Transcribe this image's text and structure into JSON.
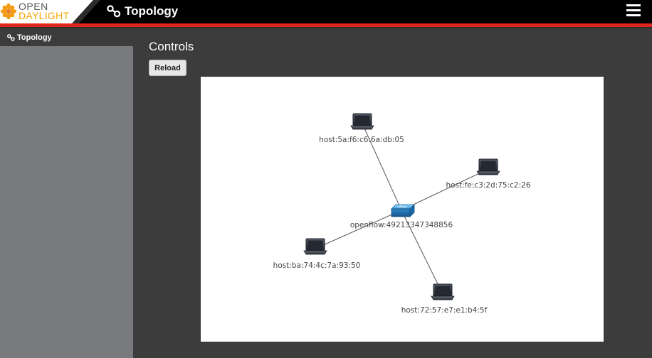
{
  "header": {
    "logo_top": "OPEN",
    "logo_bottom": "DAYLIGHT",
    "title": "Topology",
    "menu_icon": "hamburger-menu-icon"
  },
  "sidebar": {
    "items": [
      {
        "label": "Topology",
        "icon": "topology-icon",
        "active": true
      }
    ]
  },
  "main": {
    "heading": "Controls",
    "reload_label": "Reload"
  },
  "topology": {
    "switch": {
      "label": "openflow:49213347348856",
      "icon": "switch-icon"
    },
    "hosts": [
      {
        "label": "host:5a:f6:c6:6a:db:05",
        "icon": "laptop-icon"
      },
      {
        "label": "host:fe:c3:2d:75:c2:26",
        "icon": "laptop-icon"
      },
      {
        "label": "host:ba:74:4c:7a:93:50",
        "icon": "laptop-icon"
      },
      {
        "label": "host:72:57:e7:e1:b4:5f",
        "icon": "laptop-icon"
      }
    ]
  },
  "colors": {
    "header_bg": "#000000",
    "accent_red": "#e0261d",
    "page_bg": "#3c3c3c",
    "sidebar_bg": "#797a7d",
    "logo_orange": "#f7a600"
  }
}
